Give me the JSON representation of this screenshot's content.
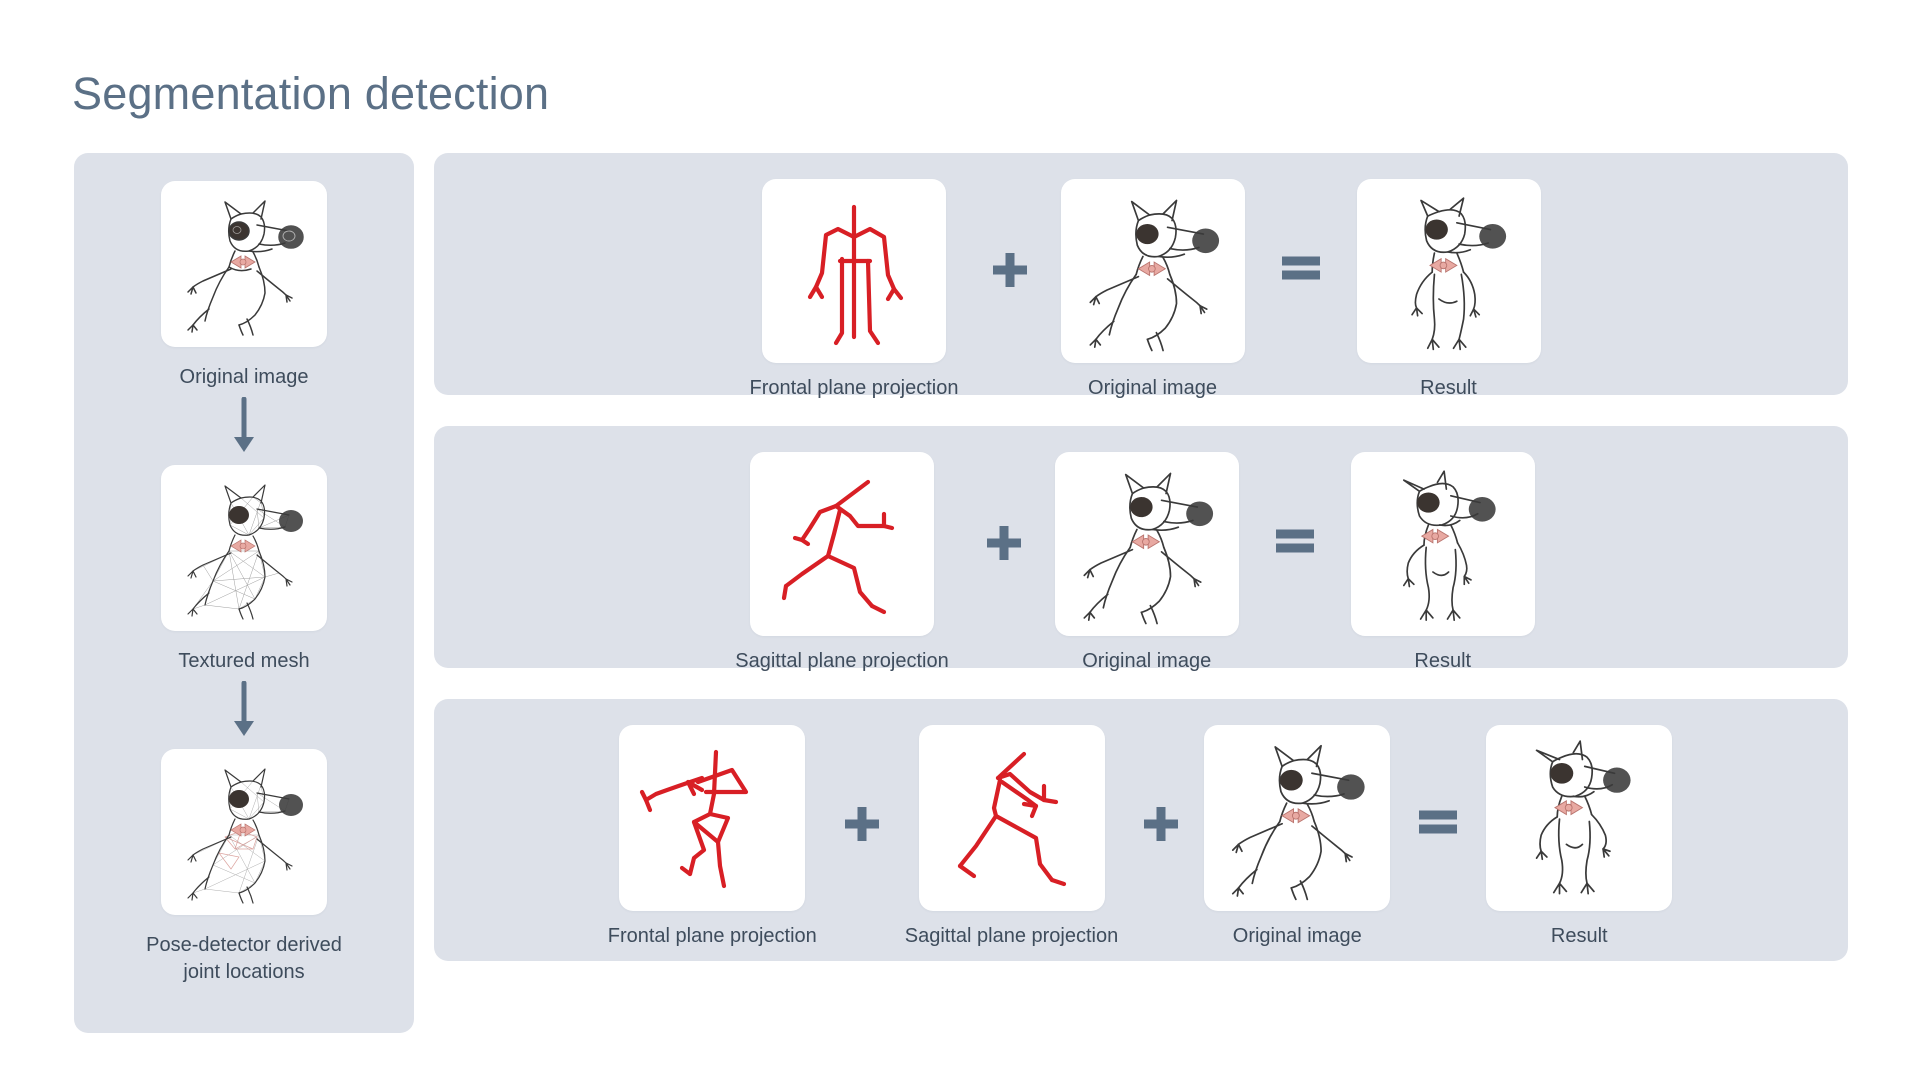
{
  "header": {
    "title": "Segmentation detection"
  },
  "colors": {
    "panel_bg": "#dde1e9",
    "card_bg": "#ffffff",
    "title_text": "#5b7086",
    "label_text": "#3e4c5c",
    "operator": "#5b7086",
    "skeleton_red": "#d81f25",
    "sketch_ink": "#3a3a3a",
    "bowtie_pink": "#e8a9a2"
  },
  "pipeline": {
    "stages": [
      {
        "label": "Original image",
        "icon": "dog-sketch-thumbnail"
      },
      {
        "label": "Textured mesh",
        "icon": "dog-mesh-thumbnail"
      },
      {
        "label": "Pose-detector derived\njoint locations",
        "icon": "dog-joints-thumbnail"
      }
    ],
    "arrow_icon": "arrow-down-icon"
  },
  "rows": [
    {
      "id": "row-frontal",
      "cells": [
        {
          "label": "Frontal plane projection",
          "icon": "skeleton-frontal-icon"
        },
        {
          "label": "Original image",
          "icon": "dog-sketch-thumbnail"
        },
        {
          "label": "Result",
          "icon": "dog-result-frontal-thumbnail"
        }
      ],
      "operators": [
        "plus-icon",
        "equals-icon"
      ],
      "operator_labels": [
        "+",
        "="
      ]
    },
    {
      "id": "row-sagittal",
      "cells": [
        {
          "label": "Sagittal plane projection",
          "icon": "skeleton-sagittal-icon"
        },
        {
          "label": "Original image",
          "icon": "dog-sketch-thumbnail"
        },
        {
          "label": "Result",
          "icon": "dog-result-sagittal-thumbnail"
        }
      ],
      "operators": [
        "plus-icon",
        "equals-icon"
      ],
      "operator_labels": [
        "+",
        "="
      ]
    },
    {
      "id": "row-combined",
      "cells": [
        {
          "label": "Frontal plane projection",
          "icon": "skeleton-frontal2-icon"
        },
        {
          "label": "Sagittal plane projection",
          "icon": "skeleton-sagittal2-icon"
        },
        {
          "label": "Original image",
          "icon": "dog-sketch-thumbnail"
        },
        {
          "label": "Result",
          "icon": "dog-result-combined-thumbnail"
        }
      ],
      "operators": [
        "plus-icon",
        "plus-icon",
        "equals-icon"
      ],
      "operator_labels": [
        "+",
        "+",
        "="
      ]
    }
  ]
}
